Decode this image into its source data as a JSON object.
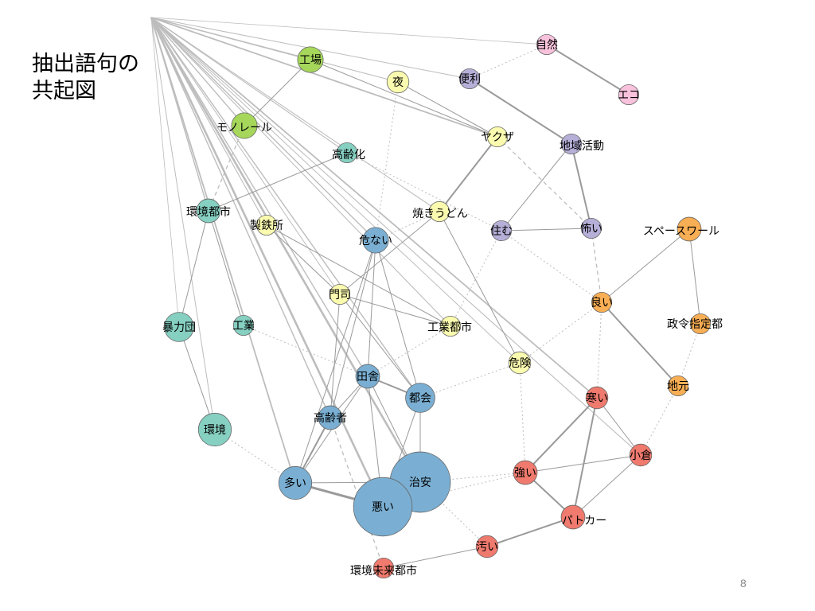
{
  "slide": {
    "title": "抽出語句の\n共起図",
    "page_number": "8"
  },
  "colors": {
    "green": "#a6d75b",
    "teal": "#86d0c2",
    "blue": "#7aafd3",
    "yellow": "#fbfbb0",
    "lavender": "#b6b0d8",
    "pink": "#f8c2dc",
    "orange": "#f8ae54",
    "red": "#f07a6e",
    "node_stroke": "#666666",
    "edge_solid": "#9a9a9a",
    "edge_hub": "#bdbdbd",
    "edge_dotted": "#bdbdbd"
  },
  "network": {
    "nodes": [
      {
        "id": "hub",
        "label": "",
        "group": "none",
        "size": 0
      },
      {
        "id": "kojo",
        "label": "工場",
        "group": "green",
        "size": 1.4
      },
      {
        "id": "monorail",
        "label": "モノレール",
        "group": "green",
        "size": 1.4
      },
      {
        "id": "shizen",
        "label": "自然",
        "group": "pink",
        "size": 1.1
      },
      {
        "id": "eco",
        "label": "エコ",
        "group": "pink",
        "size": 1.1
      },
      {
        "id": "yoru",
        "label": "夜",
        "group": "yellow",
        "size": 1.2
      },
      {
        "id": "benri",
        "label": "便利",
        "group": "lavender",
        "size": 1.1
      },
      {
        "id": "yakuza",
        "label": "ヤクザ",
        "group": "yellow",
        "size": 1.1
      },
      {
        "id": "chiiki",
        "label": "地域活動",
        "group": "lavender",
        "size": 1.1
      },
      {
        "id": "koreika",
        "label": "高齢化",
        "group": "teal",
        "size": 1.1
      },
      {
        "id": "kankyotoshi",
        "label": "環境都市",
        "group": "teal",
        "size": 1.3
      },
      {
        "id": "seitetsu",
        "label": "製鉄所",
        "group": "yellow",
        "size": 1.1
      },
      {
        "id": "yakiudon",
        "label": "焼きうどん",
        "group": "yellow",
        "size": 1.1
      },
      {
        "id": "sumu",
        "label": "住む",
        "group": "lavender",
        "size": 1.1
      },
      {
        "id": "kowai",
        "label": "怖い",
        "group": "lavender",
        "size": 1.1
      },
      {
        "id": "spaceworld",
        "label": "スペースワール",
        "group": "orange",
        "size": 1.3
      },
      {
        "id": "abunai",
        "label": "危ない",
        "group": "blue",
        "size": 1.4
      },
      {
        "id": "moji",
        "label": "門司",
        "group": "yellow",
        "size": 1.1
      },
      {
        "id": "yoi",
        "label": "良い",
        "group": "orange",
        "size": 1.1
      },
      {
        "id": "boryokudan",
        "label": "暴力団",
        "group": "teal",
        "size": 1.6
      },
      {
        "id": "kougyo",
        "label": "工業",
        "group": "teal",
        "size": 1.1
      },
      {
        "id": "kogyotoshi",
        "label": "工業都市",
        "group": "yellow",
        "size": 1.1
      },
      {
        "id": "seireishitei",
        "label": "政令指定都",
        "group": "orange",
        "size": 1.1
      },
      {
        "id": "kiken",
        "label": "危険",
        "group": "yellow",
        "size": 1.2
      },
      {
        "id": "inaka",
        "label": "田舎",
        "group": "blue",
        "size": 1.3
      },
      {
        "id": "samui",
        "label": "寒い",
        "group": "red",
        "size": 1.2
      },
      {
        "id": "jimoto",
        "label": "地元",
        "group": "orange",
        "size": 1.1
      },
      {
        "id": "tokai",
        "label": "都会",
        "group": "blue",
        "size": 1.6
      },
      {
        "id": "koreisha",
        "label": "高齢者",
        "group": "blue",
        "size": 1.3
      },
      {
        "id": "kankyo",
        "label": "環境",
        "group": "teal",
        "size": 1.8
      },
      {
        "id": "kokura",
        "label": "小倉",
        "group": "red",
        "size": 1.2
      },
      {
        "id": "tsuyoi",
        "label": "強い",
        "group": "red",
        "size": 1.3
      },
      {
        "id": "ooi",
        "label": "多い",
        "group": "blue",
        "size": 1.8
      },
      {
        "id": "chian",
        "label": "治安",
        "group": "blue",
        "size": 3.3
      },
      {
        "id": "warui",
        "label": "悪い",
        "group": "blue",
        "size": 3.2
      },
      {
        "id": "patocar",
        "label": "パトカー",
        "group": "red",
        "size": 1.3
      },
      {
        "id": "kitanai",
        "label": "汚い",
        "group": "red",
        "size": 1.2
      },
      {
        "id": "kankyomirai",
        "label": "環境未来都市",
        "group": "red",
        "size": 1.1
      }
    ],
    "edges": [
      {
        "a": "hub",
        "b": "kojo",
        "style": "hub",
        "w": 1.4
      },
      {
        "a": "hub",
        "b": "monorail",
        "style": "hub",
        "w": 1.4
      },
      {
        "a": "hub",
        "b": "shizen",
        "style": "hub",
        "w": 0.8
      },
      {
        "a": "hub",
        "b": "yoru",
        "style": "hub",
        "w": 1.1
      },
      {
        "a": "hub",
        "b": "benri",
        "style": "hub",
        "w": 1.0
      },
      {
        "a": "hub",
        "b": "yakuza",
        "style": "hub",
        "w": 1.8
      },
      {
        "a": "hub",
        "b": "koreika",
        "style": "hub",
        "w": 1.1
      },
      {
        "a": "hub",
        "b": "kankyotoshi",
        "style": "hub",
        "w": 1.4
      },
      {
        "a": "hub",
        "b": "seitetsu",
        "style": "hub",
        "w": 1.1
      },
      {
        "a": "hub",
        "b": "yakiudon",
        "style": "hub",
        "w": 1.1
      },
      {
        "a": "hub",
        "b": "abunai",
        "style": "hub",
        "w": 1.4
      },
      {
        "a": "hub",
        "b": "moji",
        "style": "hub",
        "w": 1.0
      },
      {
        "a": "hub",
        "b": "kogyotoshi",
        "style": "hub",
        "w": 1.1
      },
      {
        "a": "hub",
        "b": "kiken",
        "style": "hub",
        "w": 1.0
      },
      {
        "a": "hub",
        "b": "inaka",
        "style": "hub",
        "w": 1.4
      },
      {
        "a": "hub",
        "b": "samui",
        "style": "hub",
        "w": 1.8
      },
      {
        "a": "hub",
        "b": "tokai",
        "style": "hub",
        "w": 1.4
      },
      {
        "a": "hub",
        "b": "koreisha",
        "style": "hub",
        "w": 1.4
      },
      {
        "a": "hub",
        "b": "kankyo",
        "style": "hub",
        "w": 1.0
      },
      {
        "a": "hub",
        "b": "kokura",
        "style": "hub",
        "w": 1.1
      },
      {
        "a": "hub",
        "b": "ooi",
        "style": "hub",
        "w": 1.8
      },
      {
        "a": "hub",
        "b": "chian",
        "style": "hub",
        "w": 2.6
      },
      {
        "a": "hub",
        "b": "warui",
        "style": "hub",
        "w": 2.6
      },
      {
        "a": "hub",
        "b": "boryokudan",
        "style": "hub",
        "w": 0.8
      },
      {
        "a": "kojo",
        "b": "monorail",
        "style": "solid",
        "w": 1.0
      },
      {
        "a": "kojo",
        "b": "yakuza",
        "style": "solid",
        "w": 1.0
      },
      {
        "a": "monorail",
        "b": "kankyotoshi",
        "style": "dashed",
        "w": 1.3
      },
      {
        "a": "shizen",
        "b": "eco",
        "style": "solid",
        "w": 2.0
      },
      {
        "a": "shizen",
        "b": "benri",
        "style": "dotted",
        "w": 1.0
      },
      {
        "a": "yoru",
        "b": "yakuza",
        "style": "solid",
        "w": 1.0
      },
      {
        "a": "yoru",
        "b": "abunai",
        "style": "dotted",
        "w": 1.0
      },
      {
        "a": "benri",
        "b": "chiiki",
        "style": "solid",
        "w": 2.0
      },
      {
        "a": "yakuza",
        "b": "yakiudon",
        "style": "solid",
        "w": 2.0
      },
      {
        "a": "yakuza",
        "b": "kowai",
        "style": "dashed",
        "w": 1.3
      },
      {
        "a": "chiiki",
        "b": "kowai",
        "style": "solid",
        "w": 2.0
      },
      {
        "a": "chiiki",
        "b": "sumu",
        "style": "solid",
        "w": 1.0
      },
      {
        "a": "koreika",
        "b": "kankyotoshi",
        "style": "solid",
        "w": 1.0
      },
      {
        "a": "koreika",
        "b": "sumu",
        "style": "dotted",
        "w": 1.0
      },
      {
        "a": "kankyotoshi",
        "b": "boryokudan",
        "style": "solid",
        "w": 1.0
      },
      {
        "a": "kankyotoshi",
        "b": "kougyo",
        "style": "solid",
        "w": 1.0
      },
      {
        "a": "seitetsu",
        "b": "moji",
        "style": "solid",
        "w": 1.0
      },
      {
        "a": "seitetsu",
        "b": "kogyotoshi",
        "style": "solid",
        "w": 1.0
      },
      {
        "a": "yakiudon",
        "b": "moji",
        "style": "solid",
        "w": 1.0
      },
      {
        "a": "yakiudon",
        "b": "kiken",
        "style": "solid",
        "w": 1.0
      },
      {
        "a": "yakiudon",
        "b": "abunai",
        "style": "dotted",
        "w": 1.0
      },
      {
        "a": "sumu",
        "b": "kowai",
        "style": "solid",
        "w": 1.0
      },
      {
        "a": "sumu",
        "b": "yoi",
        "style": "dotted",
        "w": 1.0
      },
      {
        "a": "sumu",
        "b": "kogyotoshi",
        "style": "dotted",
        "w": 1.0
      },
      {
        "a": "kowai",
        "b": "yoi",
        "style": "dashed",
        "w": 1.3
      },
      {
        "a": "spaceworld",
        "b": "yoi",
        "style": "solid",
        "w": 1.0
      },
      {
        "a": "spaceworld",
        "b": "seireishitei",
        "style": "solid",
        "w": 1.0
      },
      {
        "a": "seireishitei",
        "b": "jimoto",
        "style": "dotted",
        "w": 1.0
      },
      {
        "a": "yoi",
        "b": "jimoto",
        "style": "solid",
        "w": 2.0
      },
      {
        "a": "yoi",
        "b": "samui",
        "style": "dotted",
        "w": 1.0
      },
      {
        "a": "yoi",
        "b": "kiken",
        "style": "dotted",
        "w": 1.0
      },
      {
        "a": "jimoto",
        "b": "kokura",
        "style": "dotted",
        "w": 1.0
      },
      {
        "a": "abunai",
        "b": "inaka",
        "style": "solid",
        "w": 1.0
      },
      {
        "a": "abunai",
        "b": "tokai",
        "style": "solid",
        "w": 1.0
      },
      {
        "a": "abunai",
        "b": "koreisha",
        "style": "solid",
        "w": 1.0
      },
      {
        "a": "abunai",
        "b": "ooi",
        "style": "solid",
        "w": 1.0
      },
      {
        "a": "moji",
        "b": "kogyotoshi",
        "style": "solid",
        "w": 1.0
      },
      {
        "a": "moji",
        "b": "koreisha",
        "style": "solid",
        "w": 1.0
      },
      {
        "a": "moji",
        "b": "tokai",
        "style": "solid",
        "w": 1.0
      },
      {
        "a": "boryokudan",
        "b": "kankyo",
        "style": "solid",
        "w": 1.0
      },
      {
        "a": "kougyo",
        "b": "inaka",
        "style": "dotted",
        "w": 1.0
      },
      {
        "a": "kogyotoshi",
        "b": "inaka",
        "style": "dotted",
        "w": 1.0
      },
      {
        "a": "kiken",
        "b": "tokai",
        "style": "dotted",
        "w": 1.0
      },
      {
        "a": "kiken",
        "b": "tsuyoi",
        "style": "dotted",
        "w": 1.0
      },
      {
        "a": "inaka",
        "b": "tokai",
        "style": "solid",
        "w": 2.0
      },
      {
        "a": "inaka",
        "b": "koreisha",
        "style": "solid",
        "w": 1.0
      },
      {
        "a": "inaka",
        "b": "warui",
        "style": "solid",
        "w": 1.0
      },
      {
        "a": "inaka",
        "b": "chian",
        "style": "solid",
        "w": 1.0
      },
      {
        "a": "inaka",
        "b": "ooi",
        "style": "solid",
        "w": 1.0
      },
      {
        "a": "tokai",
        "b": "chian",
        "style": "solid",
        "w": 1.0
      },
      {
        "a": "tokai",
        "b": "warui",
        "style": "solid",
        "w": 1.0
      },
      {
        "a": "koreisha",
        "b": "ooi",
        "style": "solid",
        "w": 2.0
      },
      {
        "a": "koreisha",
        "b": "kankyomirai",
        "style": "dashed",
        "w": 1.3
      },
      {
        "a": "kankyo",
        "b": "ooi",
        "style": "dotted",
        "w": 1.0
      },
      {
        "a": "samui",
        "b": "tsuyoi",
        "style": "solid",
        "w": 2.0
      },
      {
        "a": "samui",
        "b": "patocar",
        "style": "solid",
        "w": 2.0
      },
      {
        "a": "samui",
        "b": "kokura",
        "style": "solid",
        "w": 1.0
      },
      {
        "a": "kokura",
        "b": "tsuyoi",
        "style": "solid",
        "w": 1.0
      },
      {
        "a": "kokura",
        "b": "patocar",
        "style": "solid",
        "w": 1.0
      },
      {
        "a": "tsuyoi",
        "b": "patocar",
        "style": "solid",
        "w": 2.0
      },
      {
        "a": "tsuyoi",
        "b": "chian",
        "style": "dotted",
        "w": 1.0
      },
      {
        "a": "tsuyoi",
        "b": "warui",
        "style": "dotted",
        "w": 1.0
      },
      {
        "a": "ooi",
        "b": "chian",
        "style": "solid",
        "w": 1.0
      },
      {
        "a": "ooi",
        "b": "warui",
        "style": "solid",
        "w": 3.0
      },
      {
        "a": "chian",
        "b": "warui",
        "style": "solid",
        "w": 3.0
      },
      {
        "a": "chian",
        "b": "kitanai",
        "style": "dotted",
        "w": 1.0
      },
      {
        "a": "patocar",
        "b": "kitanai",
        "style": "solid",
        "w": 2.0
      },
      {
        "a": "kitanai",
        "b": "kankyomirai",
        "style": "solid",
        "w": 1.0
      }
    ]
  }
}
